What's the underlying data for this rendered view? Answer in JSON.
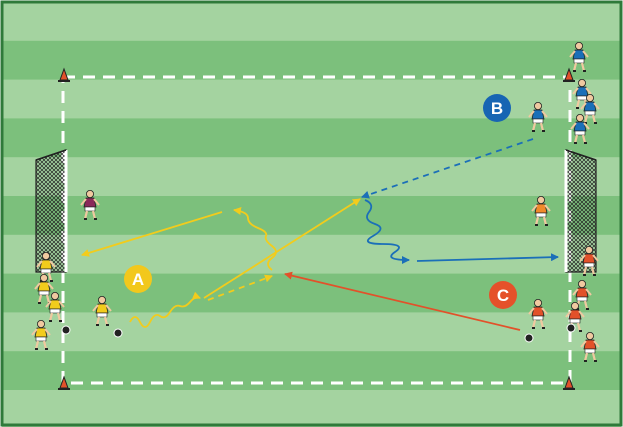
{
  "diagram": {
    "colors": {
      "stripe_light": "#a4d3a0",
      "stripe_dark": "#7cc07c",
      "border": "#2f7a3a",
      "boundary": "#ffffff",
      "team_yellow": "#f2cc1c",
      "team_blue": "#1b6fb8",
      "team_red": "#e2512a",
      "goalkeeper_purple": "#8a2a5a",
      "goalkeeper_orange": "#f08a2a"
    },
    "labels": {
      "a": {
        "text": "A",
        "color": "#f2c81c"
      },
      "b": {
        "text": "B",
        "color": "#1765b3"
      },
      "c": {
        "text": "C",
        "color": "#e5512a"
      }
    }
  }
}
